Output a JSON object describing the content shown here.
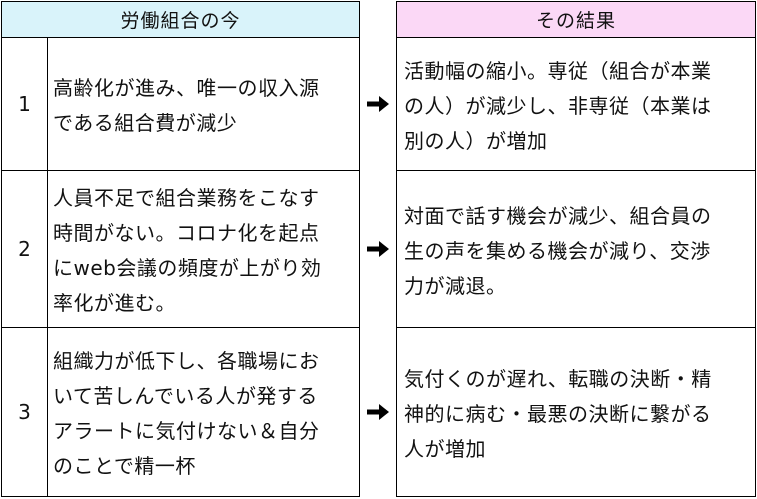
{
  "header": {
    "left": "労働組合の今",
    "right": "その結果"
  },
  "rows": [
    {
      "num": "1",
      "now_lines": [
        "高齢化が進み、唯一の収入源",
        "である組合費が減少"
      ],
      "result_lines": [
        "活動幅の縮小。専従（組合が本業",
        "の人）が減少し、非専従（本業は",
        "別の人）が増加"
      ]
    },
    {
      "num": "2",
      "now_lines": [
        "人員不足で組合業務をこなす",
        "時間がない。コロナ化を起点",
        "にweb会議の頻度が上がり効",
        "率化が進む。"
      ],
      "result_lines": [
        "対面で話す機会が減少、組合員の",
        "生の声を集める機会が減り、交渉",
        "力が減退。"
      ]
    },
    {
      "num": "3",
      "now_lines": [
        "組織力が低下し、各職場にお",
        "いて苦しんでいる人が発する",
        "アラートに気付けない＆自分",
        "のことで精一杯"
      ],
      "result_lines": [
        "気付くのが遅れ、転職の決断・精",
        "神的に病む・最悪の決断に繋がる",
        "人が増加"
      ]
    }
  ],
  "colors": {
    "header_left_bg": "#d9f3fa",
    "header_right_bg": "#fbd8f6",
    "border": "#000000"
  },
  "icons": {
    "arrow": "right-arrow-icon"
  }
}
